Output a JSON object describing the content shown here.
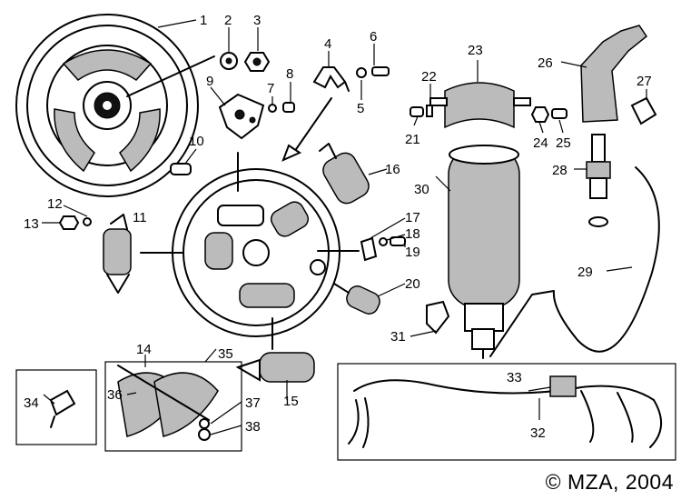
{
  "copyright": "© MZA, 2004",
  "callouts": [
    {
      "id": "c1",
      "text": "1"
    },
    {
      "id": "c2",
      "text": "2"
    },
    {
      "id": "c3",
      "text": "3"
    },
    {
      "id": "c4",
      "text": "4"
    },
    {
      "id": "c5",
      "text": "5"
    },
    {
      "id": "c6",
      "text": "6"
    },
    {
      "id": "c7",
      "text": "7"
    },
    {
      "id": "c8",
      "text": "8"
    },
    {
      "id": "c9",
      "text": "9"
    },
    {
      "id": "c10",
      "text": "10"
    },
    {
      "id": "c11",
      "text": "11"
    },
    {
      "id": "c12",
      "text": "12"
    },
    {
      "id": "c13",
      "text": "13"
    },
    {
      "id": "c14",
      "text": "14"
    },
    {
      "id": "c15",
      "text": "15"
    },
    {
      "id": "c16",
      "text": "16"
    },
    {
      "id": "c17",
      "text": "17"
    },
    {
      "id": "c18",
      "text": "18"
    },
    {
      "id": "c19",
      "text": "19"
    },
    {
      "id": "c20",
      "text": "20"
    },
    {
      "id": "c21",
      "text": "21"
    },
    {
      "id": "c22",
      "text": "22"
    },
    {
      "id": "c23",
      "text": "23"
    },
    {
      "id": "c24",
      "text": "24"
    },
    {
      "id": "c25",
      "text": "25"
    },
    {
      "id": "c26",
      "text": "26"
    },
    {
      "id": "c27",
      "text": "27"
    },
    {
      "id": "c28",
      "text": "28"
    },
    {
      "id": "c29",
      "text": "29"
    },
    {
      "id": "c30",
      "text": "30"
    },
    {
      "id": "c31",
      "text": "31"
    },
    {
      "id": "c32",
      "text": "32"
    },
    {
      "id": "c33",
      "text": "33"
    },
    {
      "id": "c34",
      "text": "34"
    },
    {
      "id": "c35",
      "text": "35"
    },
    {
      "id": "c36",
      "text": "36"
    },
    {
      "id": "c37",
      "text": "37"
    },
    {
      "id": "c38",
      "text": "38"
    }
  ]
}
